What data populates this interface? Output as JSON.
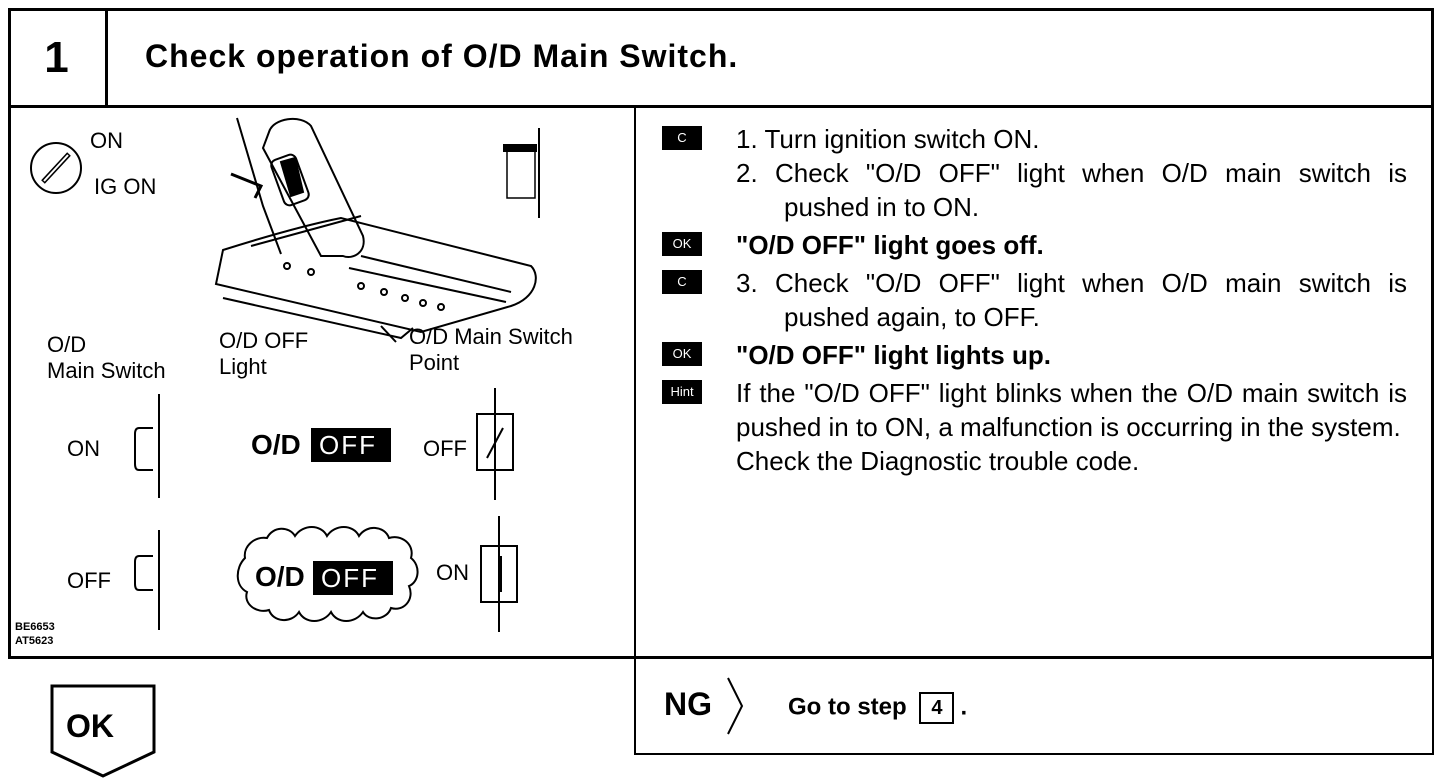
{
  "step": {
    "number": "1",
    "title": "Check operation of O/D Main Switch."
  },
  "figure": {
    "ignition_on": "ON",
    "ig_on": "IG ON",
    "col_switch": "O/D\nMain Switch",
    "col_light": "O/D OFF\nLight",
    "col_point": "O/D Main Switch\nPoint",
    "row1_state": "ON",
    "row2_state": "OFF",
    "light_prefix": "O/D",
    "light_suffix": "OFF",
    "point_row1": "OFF",
    "point_row2": "ON",
    "code1": "BE6653",
    "code2": "AT5623"
  },
  "instructions": [
    {
      "badge": "C",
      "lines": [
        "1.  Turn ignition switch ON.",
        "2.  Check \"O/D OFF\" light when O/D main switch is pushed in to ON."
      ]
    },
    {
      "badge": "OK",
      "text": "\"O/D OFF\" light goes off."
    },
    {
      "badge": "C",
      "lines": [
        "3.  Check \"O/D OFF\" light when O/D main switch is pushed again, to OFF."
      ]
    },
    {
      "badge": "OK",
      "text": "\"O/D OFF\" light lights up."
    },
    {
      "badge": "Hint",
      "text": "If the \"O/D OFF\" light blinks when the O/D main switch is pushed in to ON, a malfunction is occurring in the system.\nCheck the Diagnostic trouble code."
    }
  ],
  "result": {
    "ng_label": "NG",
    "goto_text": "Go to step",
    "goto_step": "4",
    "goto_end": ".",
    "ok_label": "OK"
  }
}
